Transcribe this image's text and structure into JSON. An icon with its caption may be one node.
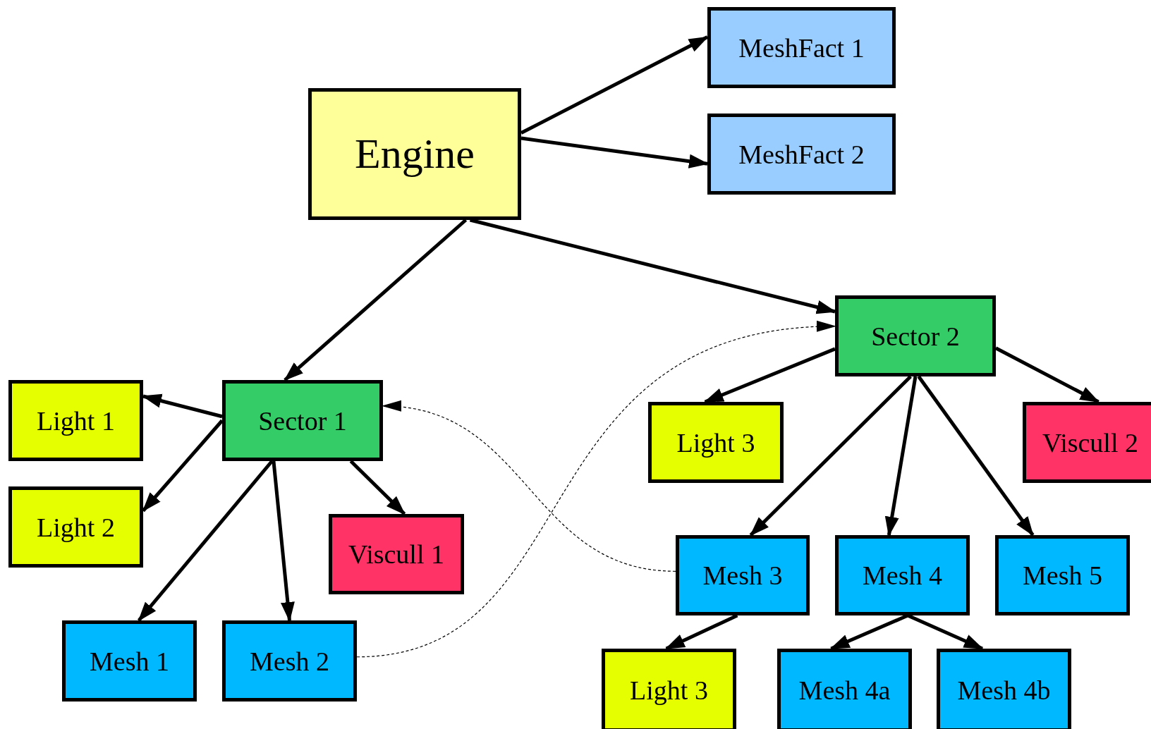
{
  "diagram": {
    "nodes": [
      {
        "text": [
          "Engine"
        ]
      },
      {
        "text": [
          "MeshFact 1"
        ]
      },
      {
        "text": [
          "MeshFact 2"
        ]
      },
      {
        "text": [
          "Sector 1"
        ]
      },
      {
        "text": [
          "Light 1"
        ]
      },
      {
        "text": [
          "Light 2"
        ]
      },
      {
        "text": [
          "Viscull 1"
        ]
      },
      {
        "text": [
          "Mesh 1"
        ]
      },
      {
        "text": [
          "Mesh 2"
        ]
      },
      {
        "text": [
          "Sector 2"
        ]
      },
      {
        "text": [
          "Light 3"
        ]
      },
      {
        "text": [
          "Viscull 2"
        ]
      },
      {
        "text": [
          "Mesh 3"
        ]
      },
      {
        "text": [
          "Mesh 4"
        ]
      },
      {
        "text": [
          "Mesh 5"
        ]
      },
      {
        "text": [
          "Light 3"
        ]
      },
      {
        "text": [
          "Mesh 4a"
        ]
      },
      {
        "text": [
          "Mesh 4b"
        ]
      }
    ],
    "edges": [
      {
        "from": 0,
        "to": 1,
        "arrow": "to"
      },
      {
        "from": 0,
        "to": 2,
        "arrow": "to"
      },
      {
        "from": 0,
        "to": 9,
        "arrow": "to"
      },
      {
        "from": 0,
        "to": 3,
        "arrow": "to"
      },
      {
        "from": 3,
        "to": 4,
        "arrow": "to"
      },
      {
        "from": 3,
        "to": 5,
        "arrow": "to"
      },
      {
        "from": 3,
        "to": 7,
        "arrow": "to"
      },
      {
        "from": 3,
        "to": 8,
        "arrow": "to"
      },
      {
        "from": 3,
        "to": 6,
        "arrow": "to"
      },
      {
        "from": 9,
        "to": 10,
        "arrow": "to"
      },
      {
        "from": 9,
        "to": 11,
        "arrow": "to"
      },
      {
        "from": 9,
        "to": 12,
        "arrow": "to"
      },
      {
        "from": 9,
        "to": 13,
        "arrow": "to"
      },
      {
        "from": 9,
        "to": 14,
        "arrow": "to"
      },
      {
        "from": 12,
        "to": 15,
        "arrow": "to"
      },
      {
        "from": 13,
        "to": 16,
        "arrow": "to"
      },
      {
        "from": 13,
        "to": 17,
        "arrow": "to"
      },
      {
        "from": 8,
        "to": 9,
        "arrow": "to",
        "style": "dashed"
      },
      {
        "from": 12,
        "to": 3,
        "arrow": "to",
        "style": "dashed"
      }
    ]
  }
}
